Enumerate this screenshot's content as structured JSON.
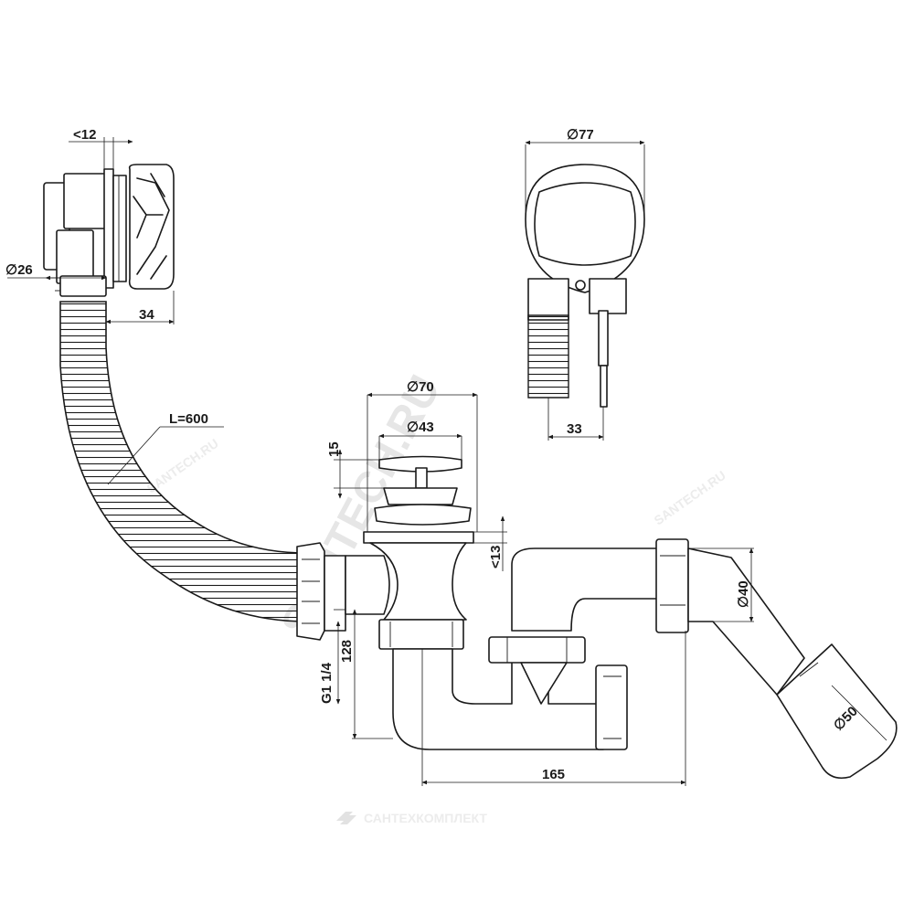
{
  "dimensions": {
    "d26": "∅26",
    "lt12": "<12",
    "w34": "34",
    "hose_length": "L=600",
    "d77": "∅77",
    "w33": "33",
    "d70": "∅70",
    "d43": "∅43",
    "h15": "15",
    "lt13": "<13",
    "d40": "∅40",
    "d50": "∅50",
    "h128": "128",
    "thread": "G1 1/4",
    "w165": "165"
  },
  "watermarks": {
    "main": "SANTECH.RU",
    "small": "SANTECH.RU",
    "bottom": "САНТЕХКОМПЛЕКТ"
  }
}
